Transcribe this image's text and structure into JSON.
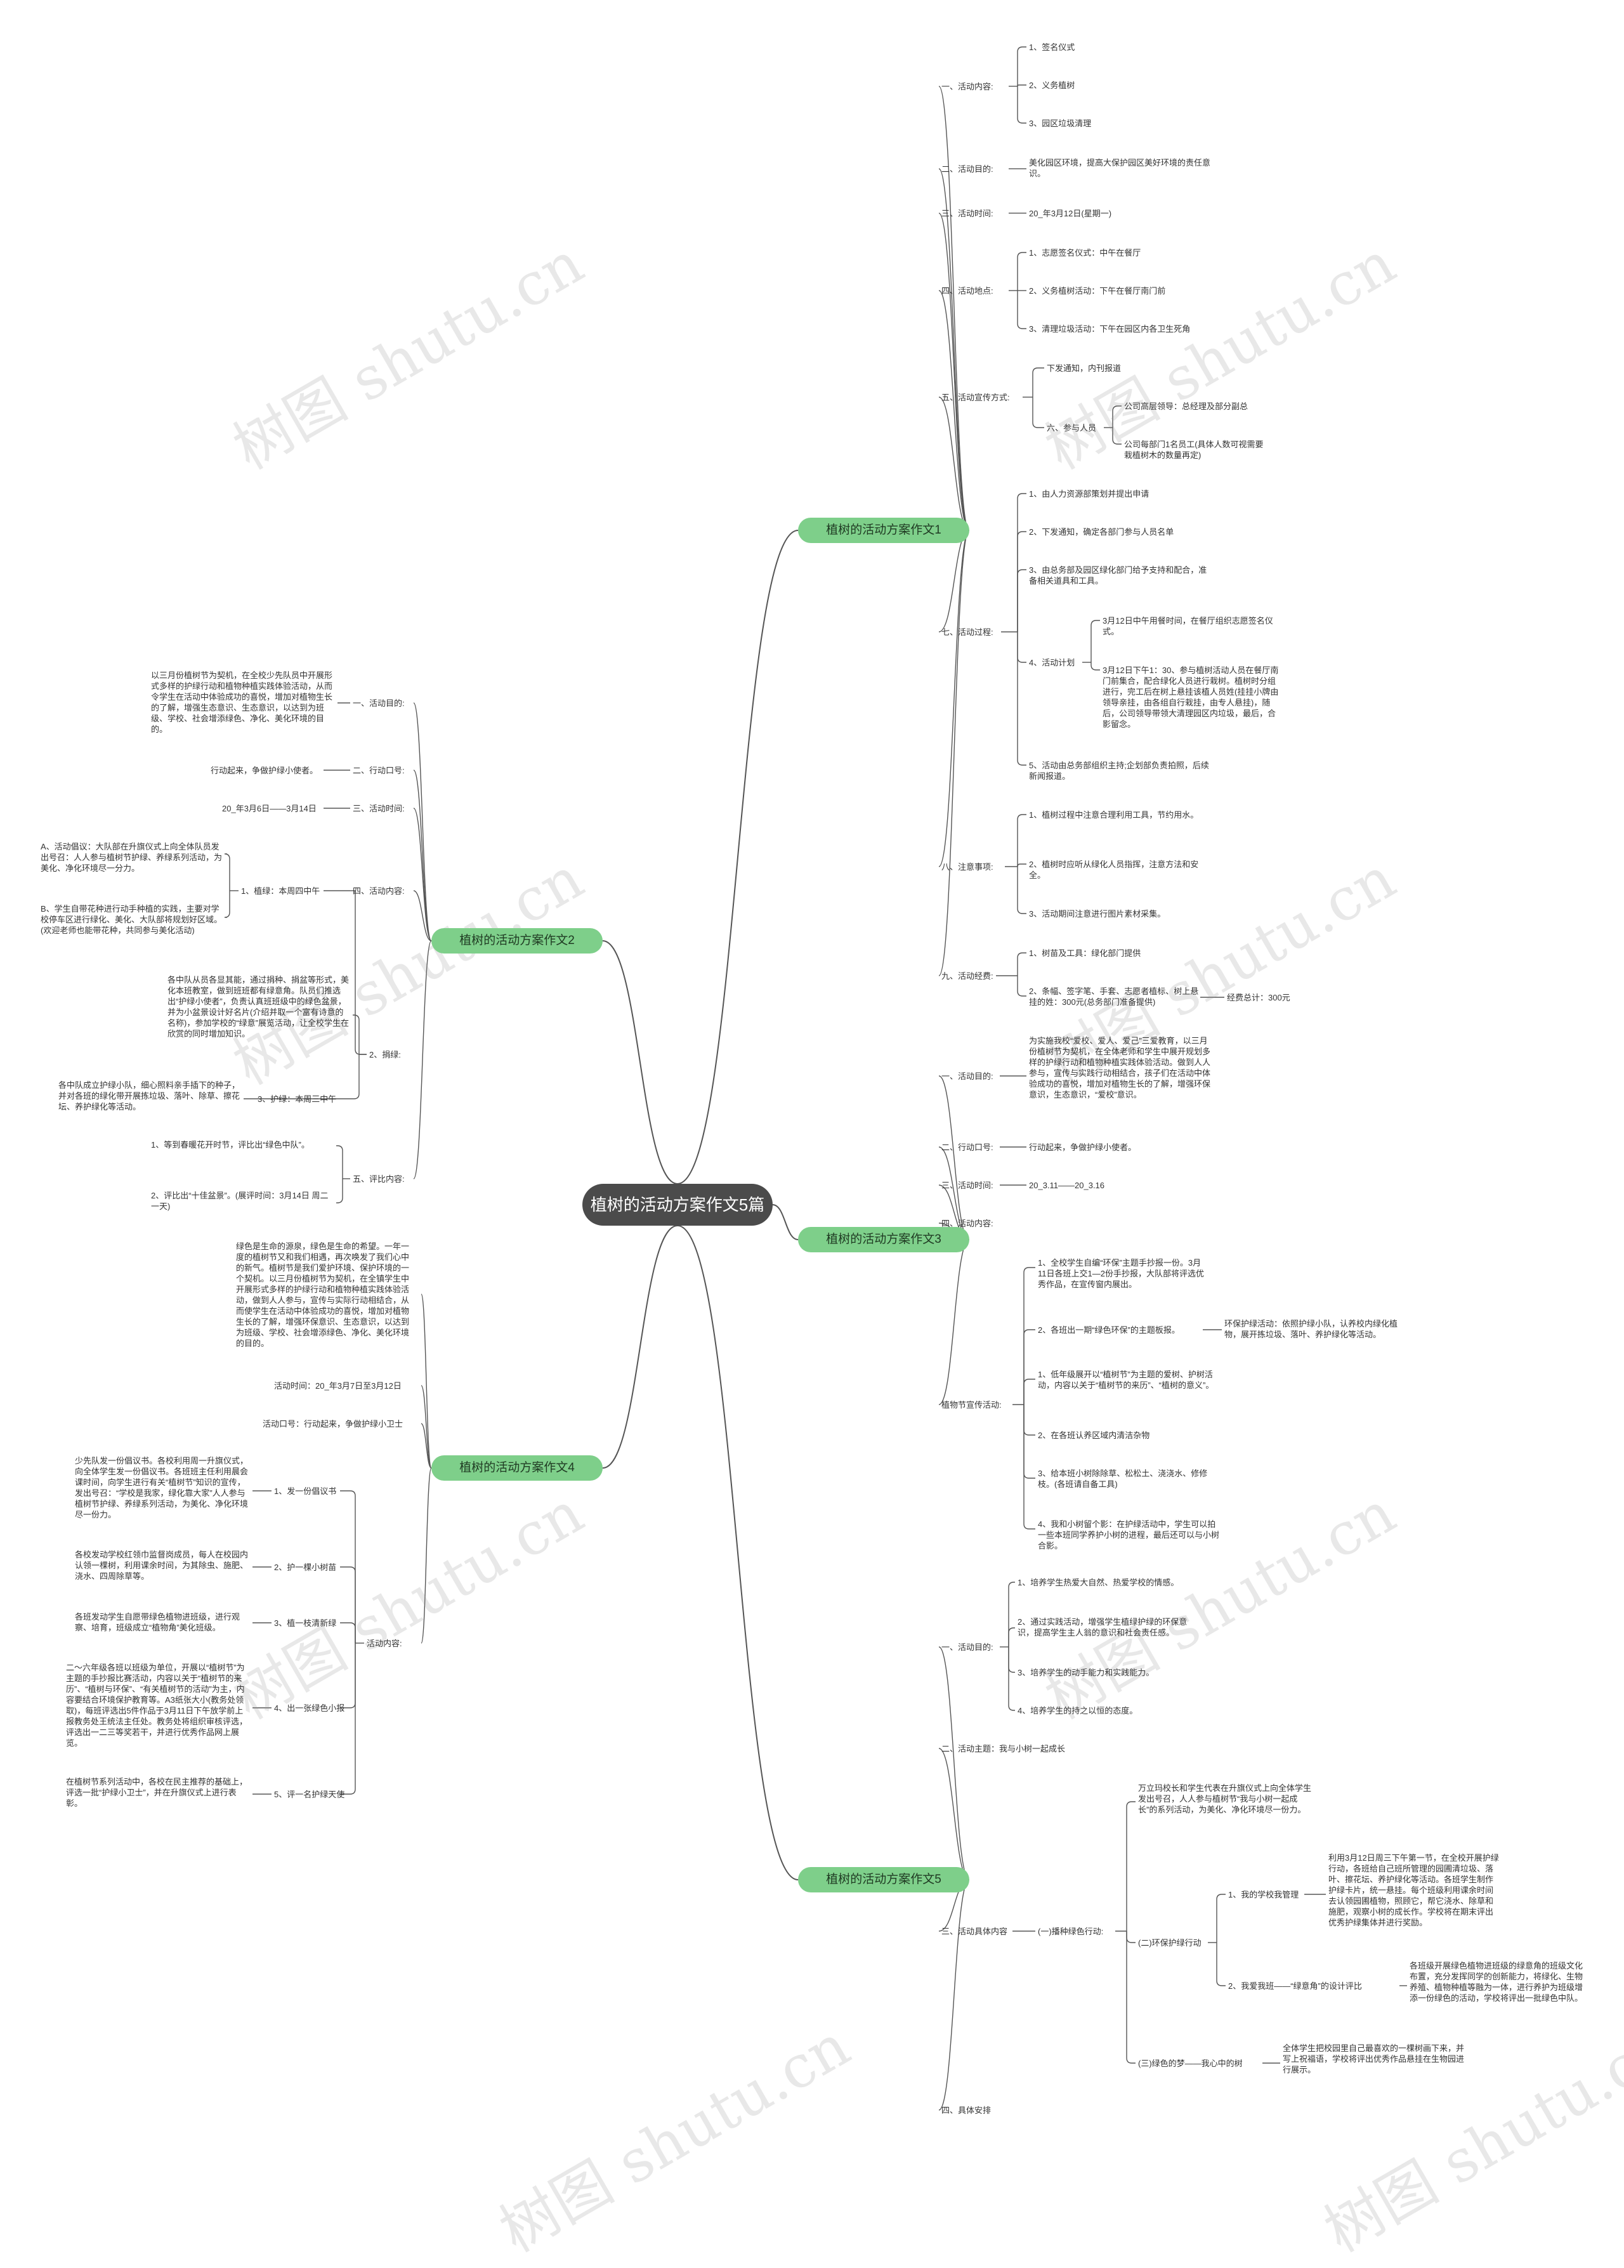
{
  "root": "植树的活动方案作文5篇",
  "watermark": "树图 shutu.cn",
  "colors": {
    "root_bg": "#4b4b4b",
    "branch_bg": "#7ecf8a",
    "line": "#555555"
  },
  "branches": {
    "b1": {
      "title": "植树的活动方案作文1",
      "activity_content": "一、活动内容:",
      "content_items": [
        "1、签名仪式",
        "2、义务植树",
        "3、园区垃圾清理"
      ],
      "goal": "二、活动目的:",
      "goal_text": "美化园区环境，提高大保护园区美好环境的责任意识。",
      "time": "三、活动时间:",
      "time_text": "20_年3月12日(星期一)",
      "place": "四、活动地点:",
      "place_items": [
        "1、志愿签名仪式：中午在餐厅",
        "2、义务植树活动：下午在餐厅南门前",
        "3、清理垃圾活动：下午在园区内各卫生死角"
      ],
      "promo": "五、活动宣传方式:",
      "promo_item": "下发通知，内刊报道",
      "participants": "六、参与人员",
      "participants_items": [
        "公司高层领导：总经理及部分副总",
        "公司每部门1名员工(具体人数可视需要栽植树木的数量再定)"
      ],
      "process": "七、活动过程:",
      "process_items": [
        "1、由人力资源部策划并提出申请",
        "2、下发通知，确定各部门参与人员名单",
        "3、由总务部及园区绿化部门给予支持和配合，准备相关道具和工具。",
        "4、活动计划",
        "5、活动由总务部组织主持;企划部负责拍照，后续新闻报道。"
      ],
      "plan_items": [
        "3月12日中午用餐时间，在餐厅组织志愿签名仪式。",
        "3月12日下午1：30、参与植树活动人员在餐厅南门前集合，配合绿化人员进行栽树。植树时分组进行，完工后在树上悬挂该植人员姓(挂挂小牌由领导亲挂，由各组自行栽挂，由专人悬挂)，随后，公司领导带领大清理园区内垃圾，最后，合影留念。"
      ],
      "notes": "八、注意事项:",
      "notes_items": [
        "1、植树过程中注意合理利用工具，节约用水。",
        "2、植树时应听从绿化人员指挥，注意方法和安全。",
        "3、活动期间注意进行图片素材采集。"
      ],
      "budget": "九、活动经费:",
      "budget_items": [
        "1、树苗及工具：绿化部门提供",
        "2、条幅、签字笔、手套、志愿者植标、树上悬挂的姓：300元(总务部门准备提供)"
      ],
      "budget_total": "经费总计：300元"
    },
    "b2": {
      "title": "植树的活动方案作文2",
      "goal": "一、活动目的:",
      "goal_text": "以三月份植树节为契机，在全校少先队员中开展形式多样的护绿行动和植物种植实践体验活动，从而令学生在活动中体验成功的喜悦，增加对植物生长的了解，增强生态意识、生态意识，以达到为班级、学校、社会增添绿色、净化、美化环境的目的。",
      "slogan": "二、行动口号:",
      "slogan_text": "行动起来，争做护绿小使者。",
      "time": "三、活动时间:",
      "time_text": "20_年3月6日——3月14日",
      "content": "四、活动内容:",
      "plant": "1、植绿：本周四中午",
      "plant_a": "A、活动倡议：大队部在升旗仪式上向全体队员发出号召：人人参与植树节护绿、养绿系列活动，为美化、净化环境尽一分力。",
      "plant_b": "B、学生自带花种进行动手种植的实践，主要对学校停车区进行绿化、美化、大队部将规划好区域。(欢迎老师也能带花种，共同参与美化活动)",
      "donate": "2、捐绿:",
      "donate_text": "各中队从员各显其能，通过捐种、捐盆等形式，美化本班教室，做到班班都有绿意角。队员们推选出“护绿小使者”，负责认真班班级中的绿色盆景，并为小盆景设计好名片(介绍并取一个富有诗意的名称)，参加学校的“绿意”展览活动，让全校学生在欣赏的同时增加知识。",
      "protect": "3、护绿：本周三中午",
      "protect_text": "各中队成立护绿小队，细心照料亲手插下的种子，并对各班的绿化带开展拣垃圾、落叶、除草、擦花坛、养护绿化等活动。",
      "review": "五、评比内容:",
      "review_items": [
        "1、等到春暖花开时节，评比出“绿色中队”。",
        "2、评比出“十佳盆景”。(展评时间：3月14日 周二一天)"
      ]
    },
    "b3": {
      "title": "植树的活动方案作文3",
      "goal": "一、活动目的:",
      "goal_text": "为实施我校“爱校、爱人、爱己”三爱教育，以三月份植树节为契机，在全体老师和学生中展开规划多样的护绿行动和植物种植实践体验活动。做到人人参与，宣传与实践行动相结合，孩子们在活动中体验成功的喜悦，增加对植物生长的了解，增强环保意识，生态意识，“爱校”意识。",
      "slogan": "二、行动口号:",
      "slogan_text": "行动起来，争做护绿小使者。",
      "time": "三、活动时间:",
      "time_text": "20_3.11——20_3.16",
      "content": "四、活动内容:",
      "week": "植物节宣传活动:",
      "week_items": [
        "1、全校学生自编“环保”主题手抄报一份。3月11日各班上交1—2份手抄报，大队部将评选优秀作品，在宣传窗内展出。",
        "2、各班出一期“绿色环保”的主题板报。",
        "1、低年级展开以“植树节”为主题的爱树、护树活动，内容以关于“植树节的来历”、“植树的意义”。",
        "2、在各班认养区域内清洁杂物",
        "3、给本班小树除除草、松松土、浇浇水、修修枝。(各班请自备工具)",
        "4、我和小树留个影：在护绿活动中，学生可以拍一些本班同学养护小树的进程，最后还可以与小树合影。"
      ],
      "board_side": "环保护绿活动：依照护绿小队，认养校内绿化植物，展开拣垃圾、落叶、养护绿化等活动。"
    },
    "b4": {
      "title": "植树的活动方案作文4",
      "intro": "绿色是生命的源泉，绿色是生命的希望。一年一度的植树节又和我们相遇，再次唤发了我们心中的新气。植树节是我们爱护环境、保护环境的一个契机。以三月份植树节为契机，在全镇学生中开展形式多样的护绿行动和植物种植实践体验活动，做到人人参与，宣传与实际行动相结合，从而使学生在活动中体验成功的喜悦，增加对植物生长的了解，增强环保意识、生态意识，以达到为班级、学校、社会增添绿色、净化、美化环境的目的。",
      "time_text": "活动时间：20_年3月7日至3月12日",
      "slogan_text": "活动口号：行动起来，争做护绿小卫士",
      "content": "活动内容:",
      "items": [
        "1、发一份倡议书",
        "2、护一棵小树苗",
        "3、植一枝清新绿",
        "4、出一张绿色小报",
        "5、评一名护绿天使"
      ],
      "texts": [
        "少先队发一份倡议书。各校利用周一升旗仪式，向全体学生发一份倡议书。各班班主任利用晨会课时间，向学生进行有关“植树节”知识的宣传，发出号召：“学校是我家，绿化靠大家”人人参与植树节护绿、养绿系列活动，为美化、净化环境尽一份力。",
        "各校发动学校红领巾监督岗成员，每人在校园内认领一棵树，利用课余时间，为其除虫、施肥、浇水、四周除草等。",
        "各班发动学生自愿带绿色植物进班级，进行观察、培育，班级成立“植物角”美化班级。",
        "二～六年级各班以班级为单位，开展以“植树节”为主题的手抄报比赛活动，内容以关于“植树节的来历”、“植树与环保”、“有关植树节的活动”为主，内容要结合环境保护教育等。A3纸张大小(教务处领取)，每班评选出5件作品于3月11日下午放学前上报教务处王统法主任处。教务处将组织审核评选，评选出一二三等奖若干，并进行优秀作品网上展览。",
        "在植树节系列活动中，各校在民主推荐的基础上，评选一批“护绿小卫士”，并在升旗仪式上进行表彰。"
      ]
    },
    "b5": {
      "title": "植树的活动方案作文5",
      "goal": "一、活动目的:",
      "goal_items": [
        "1、培养学生热爱大自然、热爱学校的情感。",
        "2、通过实践活动，增强学生植绿护绿的环保意识，提高学生主人翁的意识和社会责任感。",
        "3、培养学生的动手能力和实践能力。",
        "4、培养学生的持之以恒的态度。"
      ],
      "theme": "二、活动主题：我与小树一起成长",
      "content": "三、活动具体内容",
      "cheer": "(一)播种绿色行动:",
      "cheer_text": "万立玛校长和学生代表在升旗仪式上向全体学生发出号召，人人参与植树节“我与小树一起成长”的系列活动，为美化、净化环境尽一份力。",
      "protect": "(二)环保护绿行动",
      "manage": "1、我的学校我管理",
      "manage_text": "利用3月12日周三下午第一节，在全校开展护绿行动，各班给自己班所管理的园圃清垃圾、落叶、擦花坛、养护绿化等活动。各班学生制作护绿卡片，统一悬挂。每个班级利用课余时间去认领园圃植物，照顾它，帮它浇水、除草和施肥，观察小树的成长作。学校将在期末评出优秀护绿集体并进行奖励。",
      "design": "2、我爱我班——“绿意角”的设计评比",
      "design_text": "各班级开展绿色植物进班级的绿意角的班级文化布置，充分发挥同学的创新能力，将绿化、生物养殖、植物种植等融为一体，进行养护为班级增添一份绿色的活动，学校将评出一批绿色中队。",
      "dream": "(三)绿色的梦——我心中的树",
      "dream_text": "全体学生把校园里自己最喜欢的一棵树画下来，并写上祝福语，学校将评出优秀作品悬挂在生物园进行展示。",
      "plan": "四、具体安排"
    }
  }
}
